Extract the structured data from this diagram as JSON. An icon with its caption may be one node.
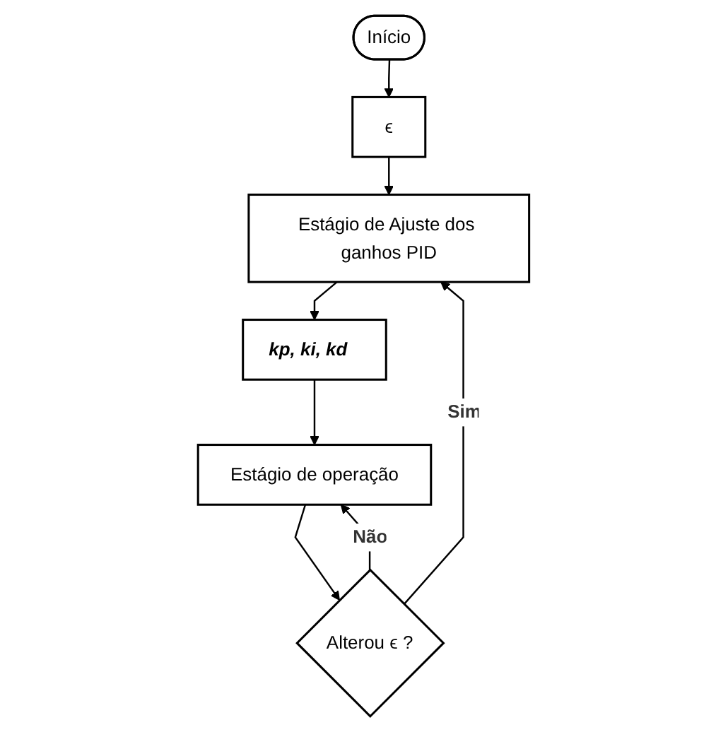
{
  "diagram": {
    "nodes": [
      {
        "text": [
          "Início"
        ]
      },
      {
        "text": [
          "ϵ"
        ]
      },
      {
        "text": [
          "Estágio de Ajuste dos ganhos PID"
        ]
      },
      {
        "text": [
          "kp, ki, kd"
        ]
      },
      {
        "text": [
          "Estágio de operação"
        ]
      },
      {
        "text": [
          "Alterou ϵ ?"
        ]
      }
    ],
    "edges": [
      {
        "from": 0,
        "to": 1,
        "arrow": "to"
      },
      {
        "from": 1,
        "to": 2,
        "arrow": "to"
      },
      {
        "from": 2,
        "to": 3,
        "arrow": "to"
      },
      {
        "from": 3,
        "to": 4,
        "arrow": "to"
      },
      {
        "from": 4,
        "to": 5,
        "arrow": "to"
      },
      {
        "from": 5,
        "to": 2,
        "label": "Sim",
        "arrow": "to"
      },
      {
        "from": 5,
        "to": 4,
        "label": "Não",
        "arrow": "to"
      }
    ]
  }
}
